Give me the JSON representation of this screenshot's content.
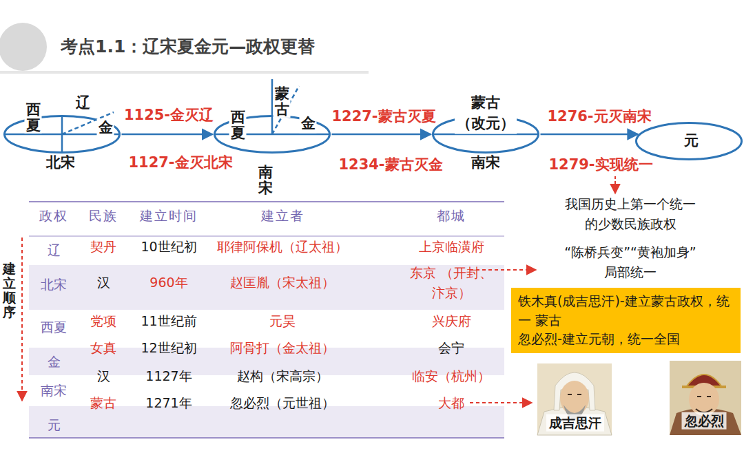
{
  "diagram": {
    "title": "考点1.1：辽宋夏金元—政权更替",
    "nodes": [
      {
        "text": [
          "西夏",
          "辽",
          "金",
          "北宋"
        ]
      },
      {
        "text": [
          "西夏",
          "蒙古",
          "金",
          "南宋"
        ]
      },
      {
        "text": [
          "蒙古 （改元）",
          "南宋"
        ]
      },
      {
        "text": [
          "元"
        ]
      },
      {
        "text": [
          "铁木真(成吉思汗)-建立蒙古政权，统一 蒙古",
          "忽必烈-建立元朝，统一全国"
        ]
      }
    ],
    "edges": [
      {
        "from": 0,
        "to": 1,
        "arrow": "to",
        "label": "1125-金灭辽"
      },
      {
        "from": 1,
        "to": 2,
        "arrow": "to",
        "label": "1227-蒙古灭夏"
      },
      {
        "from": 2,
        "to": 3,
        "arrow": "to",
        "label": "1276-元灭南宋"
      }
    ],
    "labels": [
      "1127-金灭北宋",
      "1234-蒙古灭金",
      "1279-实现统一",
      "我国历史上第一个统一 的少数民族政权",
      "建立顺序",
      "政权",
      "民族",
      "建立时间",
      "建立者",
      "都城",
      "辽",
      "契丹",
      "10世纪初",
      "耶律阿保机（辽太祖）",
      "上京临潢府",
      "北宋",
      "汉",
      "960年",
      "赵匡胤（宋太祖）",
      "东京 （开封、汴京）",
      "西夏",
      "党项",
      "11世纪前",
      "元昊",
      "兴庆府",
      "金",
      "女真",
      "12世纪初",
      "阿骨打（金太祖）",
      "会宁",
      "南宋",
      "汉",
      "1127年",
      "赵构（宋高宗）",
      "临安（杭州）",
      "元",
      "蒙古",
      "1271年",
      "忽必烈（元世祖）",
      "大都",
      "“陈桥兵变”“黄袍加身” 局部统一",
      "成吉思汗",
      "忽必烈"
    ]
  }
}
